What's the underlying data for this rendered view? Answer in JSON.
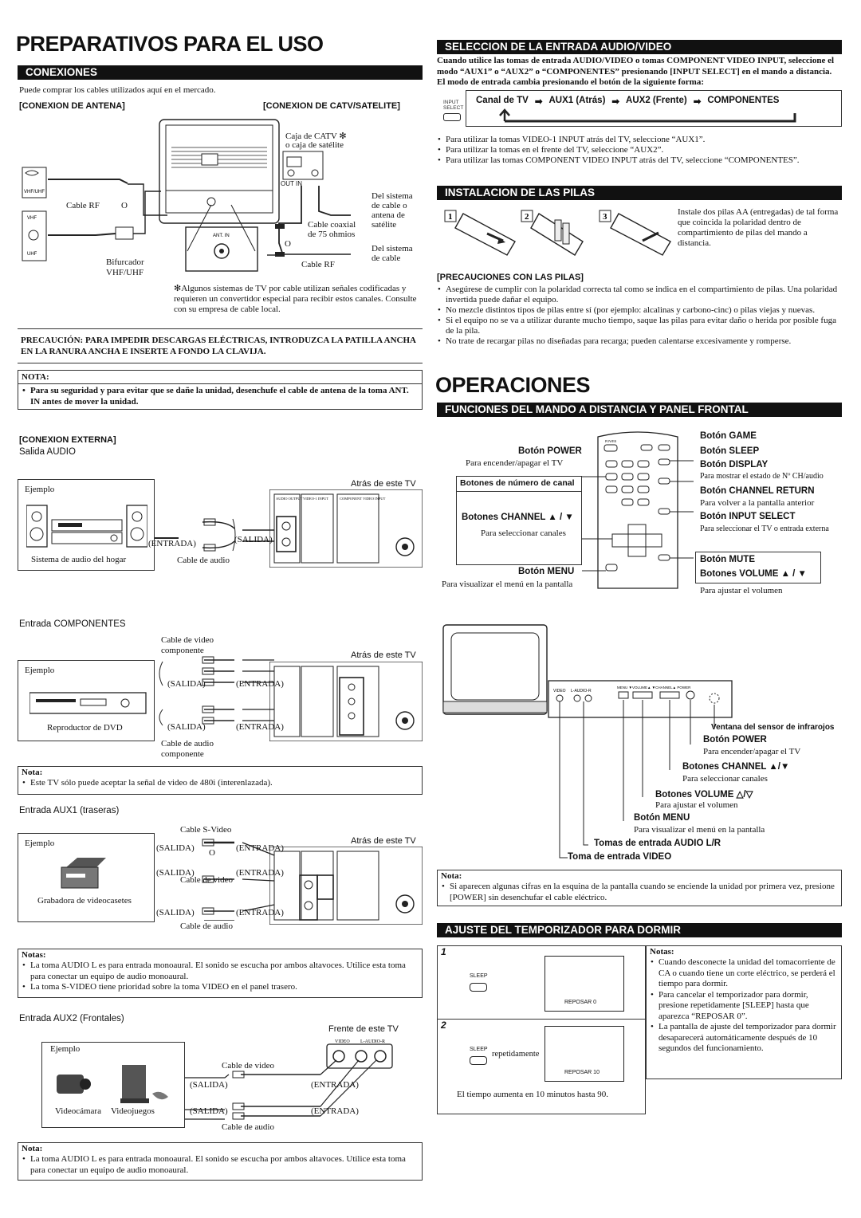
{
  "left": {
    "title": "PREPARATIVOS PARA EL USO",
    "conexiones": {
      "header": "CONEXIONES",
      "intro": "Puede comprar los cables utilizados aquí en el mercado.",
      "antena_label": "[CONEXION DE ANTENA]",
      "catv_label": "[CONEXION DE CATV/SATELITE]",
      "cable_rf": "Cable RF",
      "o1": "O",
      "bifurcador": "Bifurcador",
      "vhfuhf": "VHF/UHF",
      "caja_catv_1": "Caja de CATV ✻",
      "caja_catv_2": "o caja de satélite",
      "out_in": "OUT      IN",
      "del_sistema_1": "Del sistema",
      "del_sistema_2": "de cable o",
      "del_sistema_3": "antena de",
      "del_sistema_4": "satélite",
      "coaxial_1": "Cable coaxial",
      "coaxial_2": "de 75 ohmios",
      "o2": "O",
      "cable_rf2": "Cable RF",
      "del_sistema_cable_1": "Del sistema",
      "del_sistema_cable_2": "de cable",
      "ant_in": "ANT. IN",
      "footnote": "✻Algunos sistemas de TV por cable utilizan señales codificadas y requieren un convertidor especial para recibir estos canales. Consulte con su empresa de cable local."
    },
    "precaucion": "PRECAUCIÓN: PARA IMPEDIR DESCARGAS ELÉCTRICAS, INTRODUZCA LA PATILLA ANCHA EN LA RANURA ANCHA E INSERTE A FONDO LA CLAVIJA.",
    "nota1": {
      "title": "NOTA:",
      "text": "Para su seguridad y para evitar que se dañe la unidad, desenchufe el cable de antena de la toma ANT. IN antes de mover la unidad."
    },
    "externa": {
      "title": "[CONEXION EXTERNA]",
      "salida_audio": "Salida AUDIO",
      "ejemplo": "Ejemplo",
      "atras": "Atrás de este TV",
      "entrada": "(ENTRADA)",
      "salida": "(SALIDA)",
      "sistema": "Sistema de audio del hogar",
      "cable_audio": "Cable de audio"
    },
    "componentes": {
      "title": "Entrada COMPONENTES",
      "cable_video_1": "Cable de video",
      "cable_video_2": "componente",
      "atras": "Atrás de este TV",
      "ejemplo": "Ejemplo",
      "salida": "(SALIDA)",
      "entrada": "(ENTRADA)",
      "dvd": "Reproductor de DVD",
      "cable_audio_1": "Cable de audio",
      "cable_audio_2": "componente"
    },
    "nota2": {
      "title": "Nota:",
      "text": "Este TV sólo puede aceptar la señal de video de 480i (interenlazada)."
    },
    "aux1": {
      "title": "Entrada AUX1 (traseras)",
      "cable_svideo": "Cable S-Video",
      "ejemplo": "Ejemplo",
      "atras": "Atrás de este TV",
      "salida": "(SALIDA)",
      "entrada": "(ENTRADA)",
      "o": "O",
      "cable_video": "Cable de video",
      "grabadora": "Grabadora de videocasetes",
      "cable_audio": "Cable de audio"
    },
    "notas3": {
      "title": "Notas:",
      "items": [
        "La toma AUDIO L es para entrada monoaural. El sonido se escucha por ambos altavoces. Utilice esta toma para conectar un equipo de audio monoaural.",
        "La toma S-VIDEO tiene prioridad sobre la toma VIDEO en el panel trasero."
      ]
    },
    "aux2": {
      "title": "Entrada AUX2 (Frontales)",
      "frente": "Frente de este TV",
      "ejemplo": "Ejemplo",
      "cable_video": "Cable de video",
      "salida": "(SALIDA)",
      "entrada": "(ENTRADA)",
      "videocamara": "Videocámara",
      "videojuegos": "Videojuegos",
      "cable_audio": "Cable de audio"
    },
    "nota4": {
      "title": "Nota:",
      "text": "La toma AUDIO L es para entrada monoaural. El sonido se escucha por ambos altavoces. Utilice esta toma para conectar un equipo de audio monoaural."
    }
  },
  "right": {
    "seleccion": {
      "header": "SELECCION DE LA ENTRADA AUDIO/VIDEO",
      "intro": "Cuando utilice las tomas de entrada AUDIO/VIDEO o tomas COMPONENT VIDEO INPUT, seleccione el modo “AUX1” o “AUX2” o “COMPONENTES” presionando [INPUT SELECT] en el mando a distancia. El modo de entrada cambia presionando el botón de la siguiente forma:",
      "input_select": "INPUT SELECT",
      "flow": [
        "Canal de TV",
        "AUX1 (Atrás)",
        "AUX2 (Frente)",
        "COMPONENTES"
      ],
      "items": [
        "Para utilizar la tomas VIDEO-1 INPUT atrás del TV, seleccione “AUX1”.",
        "Para utilizar la tomas en el frente del TV, seleccione “AUX2”.",
        "Para utilizar las tomas COMPONENT VIDEO INPUT atrás del TV, seleccione “COMPONENTES”."
      ]
    },
    "pilas": {
      "header": "INSTALACION DE LAS PILAS",
      "steps": [
        "1",
        "2",
        "3"
      ],
      "desc": "Instale dos pilas AA (entregadas) de tal forma que coincida la polaridad dentro de compartimiento de pilas del mando a distancia.",
      "prec_title": "[PRECAUCIONES CON LAS PILAS]",
      "items": [
        "Asegúrese de cumplir con la polaridad correcta tal como se indica en el compartimiento de pilas. Una polaridad invertida puede dañar el equipo.",
        "No mezcle distintos tipos de pilas entre sí (por ejemplo: alcalinas y carbono-cinc) o pilas viejas y nuevas.",
        "Si el equipo no se va a utilizar durante mucho tiempo, saque las pilas para evitar daño o herida por posible fuga de la pila.",
        "No trate de recargar pilas no diseñadas para recarga; pueden calentarse excesivamente y romperse."
      ]
    },
    "operaciones": "OPERACIONES",
    "funciones": {
      "header": "FUNCIONES DEL MANDO A DISTANCIA Y PANEL FRONTAL",
      "power": "Botón POWER",
      "power_d": "Para encender/apagar el TV",
      "numero": "Botones de número de canal",
      "channel": "Botones CHANNEL ▲ / ▼",
      "channel_d": "Para seleccionar canales",
      "menu": "Botón MENU",
      "menu_d": "Para visualizar el menú en la pantalla",
      "game": "Botón GAME",
      "sleep": "Botón SLEEP",
      "display": "Botón DISPLAY",
      "display_d": "Para mostrar el estado de Nº CH/audio",
      "channel_return": "Botón CHANNEL RETURN",
      "channel_return_d": "Para volver a la pantalla anterior",
      "input_select": "Botón INPUT SELECT",
      "input_select_d": "Para seleccionar el TV o entrada externa",
      "mute": "Botón MUTE",
      "vol": "Botones VOLUME ▲ / ▼",
      "vol_d": "Para ajustar el volumen"
    },
    "panel": {
      "sensor": "Ventana del sensor de infrarojos",
      "power": "Botón POWER",
      "power_d": "Para encender/apagar el TV",
      "channel": "Botones CHANNEL ▲/▼",
      "channel_d": "Para seleccionar canales",
      "volume": "Botones VOLUME △/▽",
      "volume_d": "Para ajustar el volumen",
      "menu": "Botón MENU",
      "menu_d": "Para visualizar el menú en la pantalla",
      "audio": "Tomas de entrada AUDIO L/R",
      "video": "Toma de entrada VIDEO"
    },
    "nota5": {
      "title": "Nota:",
      "text": "Si aparecen algunas cifras en la esquina de la pantalla cuando se enciende la unidad por primera vez, presione [POWER] sin desenchufar el cable eléctrico."
    },
    "temporizador": {
      "header": "AJUSTE DEL TEMPORIZADOR PARA DORMIR",
      "step1": "1",
      "step2": "2",
      "sleep": "SLEEP",
      "repetidamente": "repetidamente",
      "reposar0": "REPOSAR 0",
      "reposar10": "REPOSAR 10",
      "tiempo": "El tiempo aumenta en 10 minutos hasta 90.",
      "notas_title": "Notas:",
      "notas": [
        "Cuando desconecte la unidad del tomacorriente de CA o cuando tiene un corte eléctrico, se perderá el tiempo para dormir.",
        "Para cancelar el temporizador para dormir, presione repetidamente [SLEEP] hasta que aparezca “REPOSAR 0”.",
        "La pantalla de ajuste del temporizador para dormir desaparecerá automáticamente después de 10 segundos del funcionamiento."
      ]
    }
  }
}
